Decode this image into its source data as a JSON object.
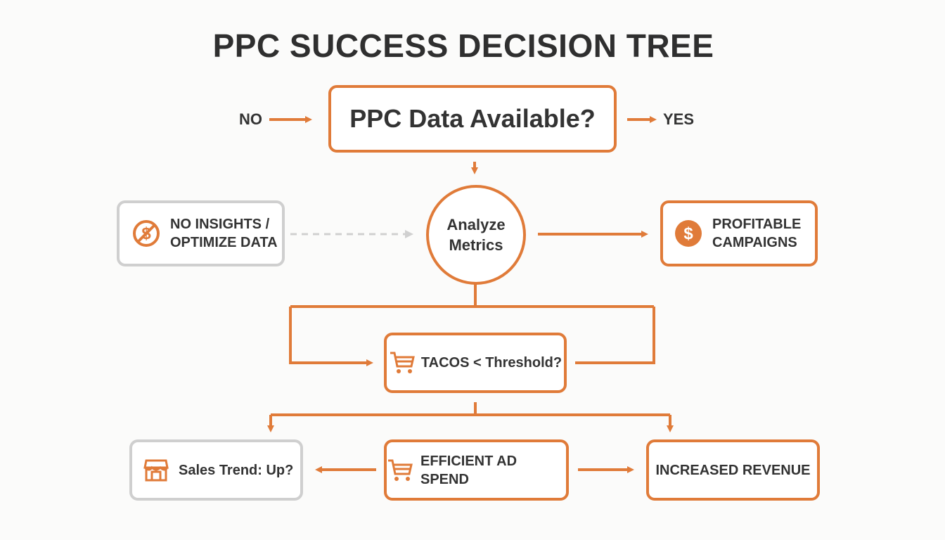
{
  "title": "PPC SUCCESS DECISION TREE",
  "top_node": {
    "label": "PPC Data Available?"
  },
  "no_label": "NO",
  "yes_label": "YES",
  "center_node": {
    "line1": "Analyze",
    "line2": "Metrics"
  },
  "left_node": {
    "line1": "NO INSIGHTS /",
    "line2": "OPTIMIZE DATA",
    "icon": "no-dollar-icon"
  },
  "right_node": {
    "line1": "PROFITABLE",
    "line2": "CAMPAIGNS",
    "icon": "dollar-icon"
  },
  "tacos_node": {
    "label": "TACOS < Threshold?",
    "icon": "cart-icon"
  },
  "sales_node": {
    "label": "Sales Trend: Up?",
    "icon": "store-icon"
  },
  "efficient_node": {
    "label": "EFFICIENT AD SPEND",
    "icon": "cart-icon"
  },
  "revenue_node": {
    "label": "INCREASED REVENUE"
  },
  "colors": {
    "accent": "#E07B39",
    "neutral": "#CFCFCF",
    "text": "#333333"
  }
}
